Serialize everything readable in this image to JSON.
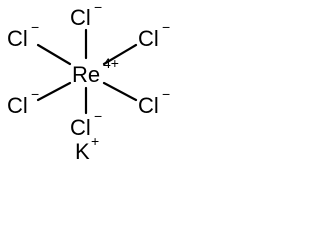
{
  "molecule": {
    "center": {
      "symbol": "Re",
      "charge": "4+"
    },
    "ligands": [
      {
        "id": "top",
        "symbol": "Cl",
        "charge": "−"
      },
      {
        "id": "upper_left",
        "symbol": "Cl",
        "charge": "−"
      },
      {
        "id": "upper_right",
        "symbol": "Cl",
        "charge": "−"
      },
      {
        "id": "lower_left",
        "symbol": "Cl",
        "charge": "−"
      },
      {
        "id": "lower_right",
        "symbol": "Cl",
        "charge": "−"
      },
      {
        "id": "bottom",
        "symbol": "Cl",
        "charge": "−"
      }
    ],
    "counter_ion": {
      "symbol": "K",
      "charge": "+"
    }
  },
  "colors": {
    "ink": "#000000",
    "background": "#ffffff"
  }
}
